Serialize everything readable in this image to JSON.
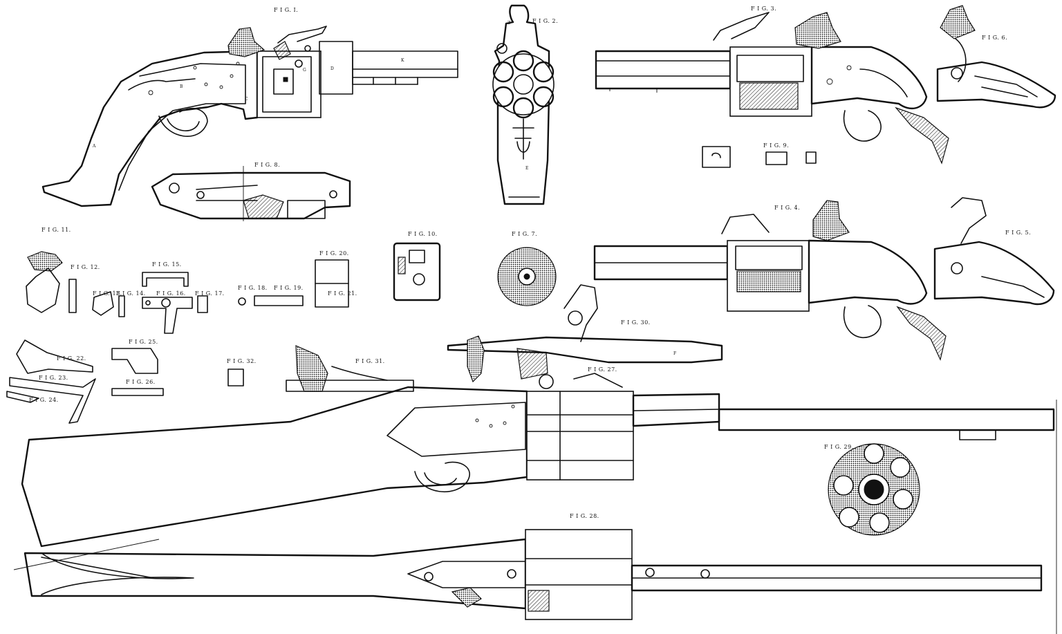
{
  "figures": [
    "F I G. I.",
    "F I G. 2.",
    "F I G. 3.",
    "F I G. 6.",
    "F I G. 8.",
    "F I G. 9.",
    "F I G. 4.",
    "F I G. 5.",
    "F I G. 10.",
    "F I G. 7.",
    "F I G. 11.",
    "F I G. 12.",
    "F I G. 13.",
    "F I G. 14.",
    "F I G. 15.",
    "F I G. 16.",
    "F I G. 17.",
    "F I G. 18.",
    "F I G. 19.",
    "F I G. 20.",
    "F I G. 21.",
    "F I G. 22.",
    "F I G. 23.",
    "F I G. 24.",
    "F I G. 25.",
    "F I G. 26.",
    "F I G. 32.",
    "F I G. 31.",
    "F I G. 30.",
    "F I G. 27.",
    "F I G. 29.",
    "F I G. 28."
  ],
  "part_letters": {
    "a": "A",
    "b": "B",
    "c": "C",
    "d": "D",
    "e": "E",
    "f": "F",
    "g": "G",
    "k": "K",
    "z": "Z"
  }
}
